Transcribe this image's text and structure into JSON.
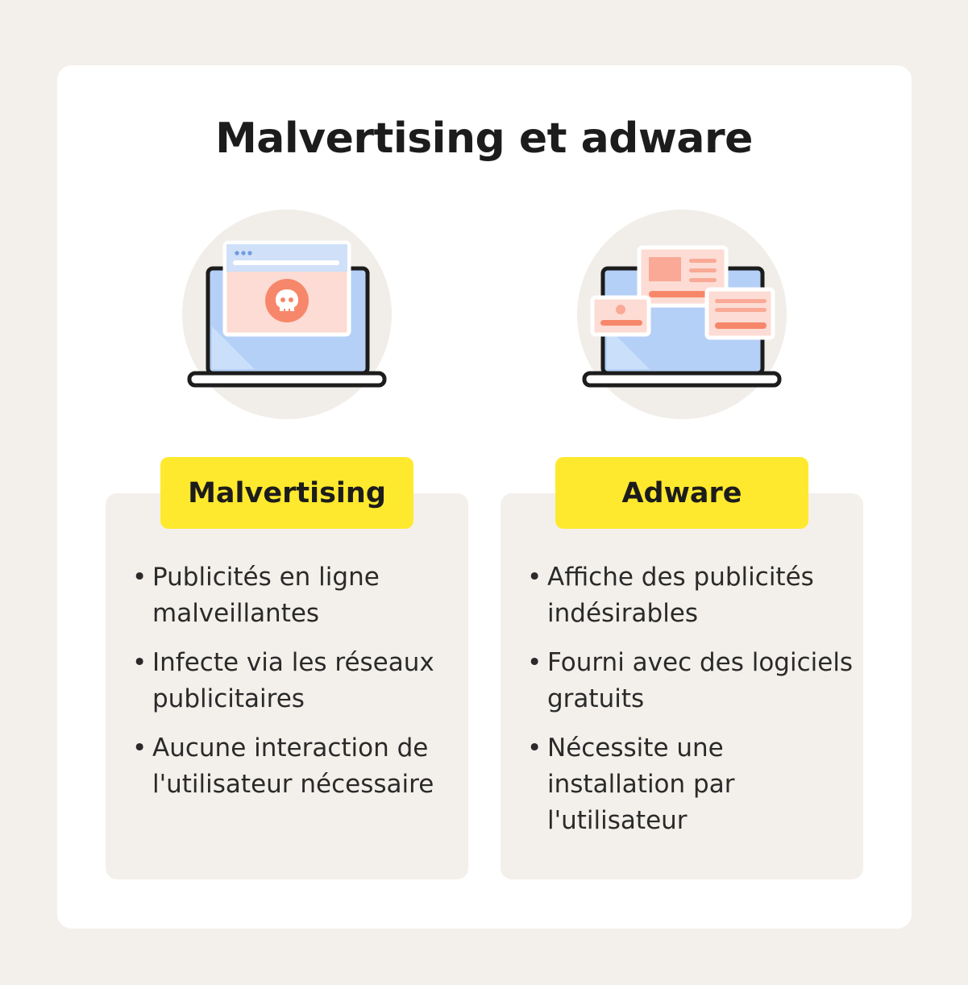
{
  "title": "Malvertising et adware",
  "colors": {
    "background": "#f3f0eb",
    "card": "#ffffff",
    "label_highlight": "#ffe92e",
    "screen_blue": "#b5d0f7",
    "ad_pink": "#fcdcd4",
    "accent_coral": "#f7876a"
  },
  "columns": [
    {
      "label": "Malvertising",
      "icon": "laptop-skull-icon",
      "bullets": [
        "Publicités en ligne malveillantes",
        "Infecte via les réseaux publicitaires",
        "Aucune interaction de l'utilisateur nécessaire"
      ]
    },
    {
      "label": "Adware",
      "icon": "laptop-popup-ads-icon",
      "bullets": [
        "Affiche des publicités indésirables",
        "Fourni avec des logiciels gratuits",
        "Nécessite une installation par l'utilisateur"
      ]
    }
  ]
}
